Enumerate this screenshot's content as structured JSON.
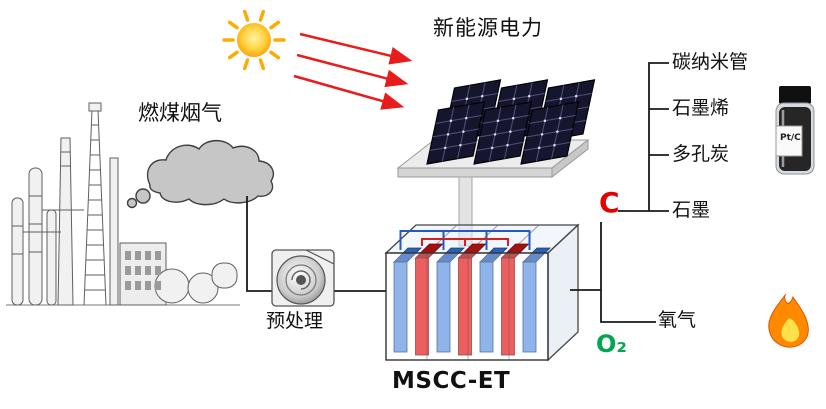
{
  "labels": {
    "flue_gas": "燃煤烟气",
    "solar_power": "新能源电力",
    "pretreatment": "预处理",
    "reactor_name": "MSCC-ET",
    "carbon_symbol": "C",
    "oxygen_symbol": "O₂",
    "oxygen_product": "氧气",
    "vial": "Pt/C"
  },
  "products": [
    "碳纳米管",
    "石墨烯",
    "多孔炭",
    "石墨"
  ],
  "colors": {
    "carbon_red": "#e60000",
    "oxygen_green": "#00a651",
    "arrow_red": "#e81c1c",
    "wire_blue": "#2458c8",
    "wire_red": "#d81f1f",
    "plate_blue": "#4a86dd",
    "plate_red": "#e62222",
    "sun_orange": "#ff9800",
    "flame_orange": "#ff8a00",
    "smoke_gray": "#c6c6c6"
  }
}
